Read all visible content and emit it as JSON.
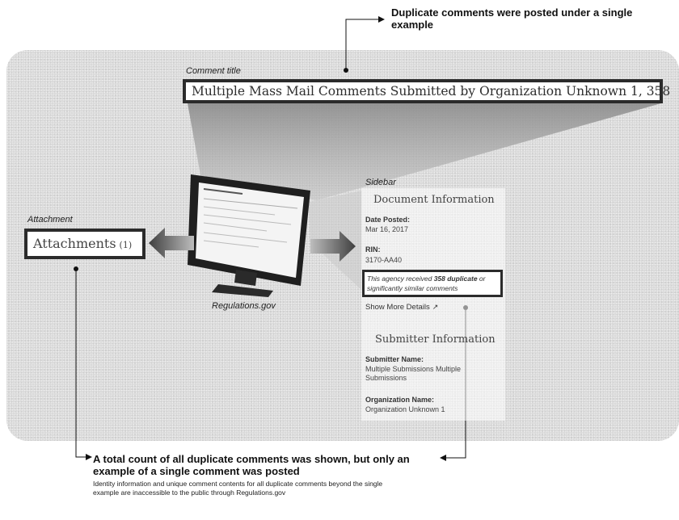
{
  "callouts": {
    "top": "Duplicate comments were posted under a single example",
    "bottom_headline": "A total count of all duplicate comments was shown, but only an example of a single comment was posted",
    "bottom_detail": "Identity information and unique comment contents for all duplicate comments beyond the single example are inaccessible to the public through Regulations.gov"
  },
  "labels": {
    "comment_title": "Comment title",
    "attachment": "Attachment",
    "sidebar": "Sidebar",
    "site": "Regulations.gov"
  },
  "comment_title_text": "Multiple Mass Mail Comments Submitted by Organization Unknown 1, 358",
  "attachments": {
    "label": "Attachments",
    "count": "(1)"
  },
  "sidebar": {
    "document_heading": "Document Information",
    "date_posted_label": "Date Posted:",
    "date_posted_value": "Mar 16, 2017",
    "rin_label": "RIN:",
    "rin_value": "3170-AA40",
    "duplicate_notice_pre": "This agency received ",
    "duplicate_notice_count": "358 duplicate",
    "duplicate_notice_post": " or significantly similar comments",
    "show_more": "Show More Details",
    "submitter_heading": "Submitter Information",
    "submitter_name_label": "Submitter Name:",
    "submitter_name_value": "Multiple Submissions Multiple Submissions",
    "organization_label": "Organization Name:",
    "organization_value": "Organization Unknown 1"
  },
  "monitor_screen": {
    "site_text": "regulations.gov"
  },
  "colors": {
    "backdrop": "#d9d9d9",
    "box_border": "#2b2b2b",
    "arrow": "#4a4a4a"
  }
}
